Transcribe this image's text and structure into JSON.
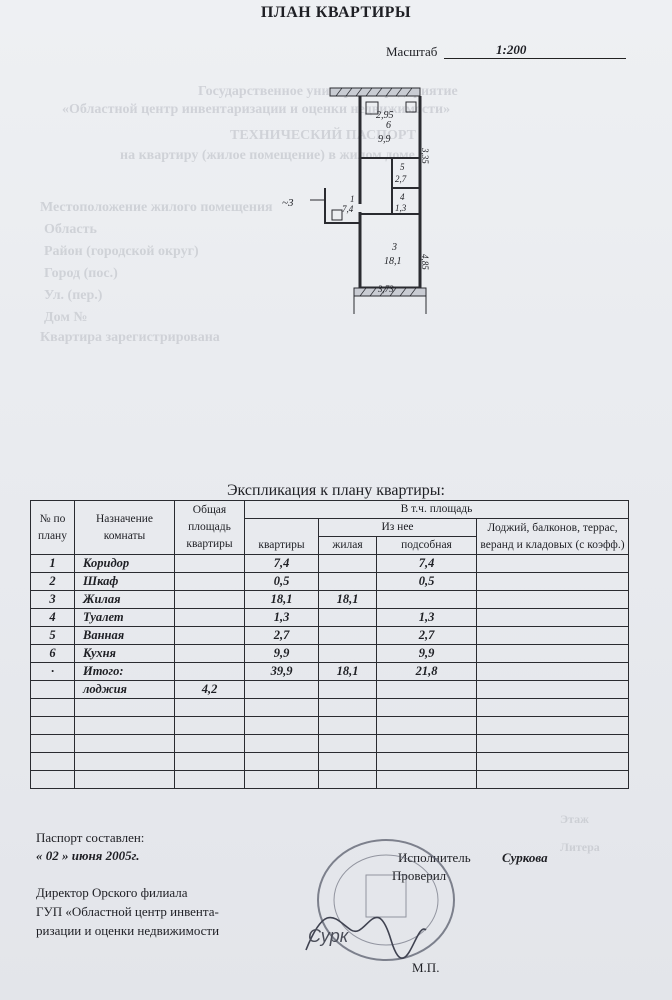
{
  "header": {
    "title": "ПЛАН КВАРТИРЫ",
    "scale_label": "Масштаб",
    "scale_value": "1:200"
  },
  "floorplan": {
    "rooms": [
      {
        "num": "6",
        "area": "9,9"
      },
      {
        "num": "5",
        "area": "2,7"
      },
      {
        "num": "1",
        "area": "7,4"
      },
      {
        "num": "4",
        "area": "1,3"
      },
      {
        "num": "3",
        "area": "18,1"
      }
    ],
    "dimensions": [
      "2,95",
      "3,35",
      "4,85",
      "3,73"
    ],
    "marker": "~3"
  },
  "explication": {
    "title": "Экспликация к плану квартиры:",
    "headers": {
      "num": "№ по плану",
      "purpose": "Назначение комнаты",
      "total": "Общая площадь квартиры",
      "incl": "В т.ч. площадь",
      "apartment": "квартиры",
      "of_which": "Из нее",
      "living": "жилая",
      "auxiliary": "подсобная",
      "balconies": "Лоджий, балконов, террас, веранд и кладовых (с коэфф.)"
    },
    "rows": [
      {
        "num": "1",
        "name": "Коридор",
        "total": "",
        "apartment": "7,4",
        "living": "",
        "auxiliary": "7,4",
        "balcony": ""
      },
      {
        "num": "2",
        "name": "Шкаф",
        "total": "",
        "apartment": "0,5",
        "living": "",
        "auxiliary": "0,5",
        "balcony": ""
      },
      {
        "num": "3",
        "name": "Жилая",
        "total": "",
        "apartment": "18,1",
        "living": "18,1",
        "auxiliary": "",
        "balcony": ""
      },
      {
        "num": "4",
        "name": "Туалет",
        "total": "",
        "apartment": "1,3",
        "living": "",
        "auxiliary": "1,3",
        "balcony": ""
      },
      {
        "num": "5",
        "name": "Ванная",
        "total": "",
        "apartment": "2,7",
        "living": "",
        "auxiliary": "2,7",
        "balcony": ""
      },
      {
        "num": "6",
        "name": "Кухня",
        "total": "",
        "apartment": "9,9",
        "living": "",
        "auxiliary": "9,9",
        "balcony": ""
      },
      {
        "num": "·",
        "name": "Итого:",
        "total": "",
        "apartment": "39,9",
        "living": "18,1",
        "auxiliary": "21,8",
        "balcony": ""
      },
      {
        "num": "",
        "name": "лоджия",
        "total": "4,2",
        "apartment": "",
        "living": "",
        "auxiliary": "",
        "balcony": ""
      }
    ],
    "empty_rows": 5
  },
  "footer": {
    "passport_label": "Паспорт составлен:",
    "passport_date": "« 02 »  июня  2005г.",
    "director_line1": "Директор Орского филиала",
    "director_line2": "ГУП «Областной центр инвента-",
    "director_line3": "ризации и оценки недвижимости",
    "executor_label": "Исполнитель",
    "executor_name": "Суркова",
    "checked_label": "Проверил",
    "seal_label": "М.П.",
    "signature": "Сурк"
  }
}
